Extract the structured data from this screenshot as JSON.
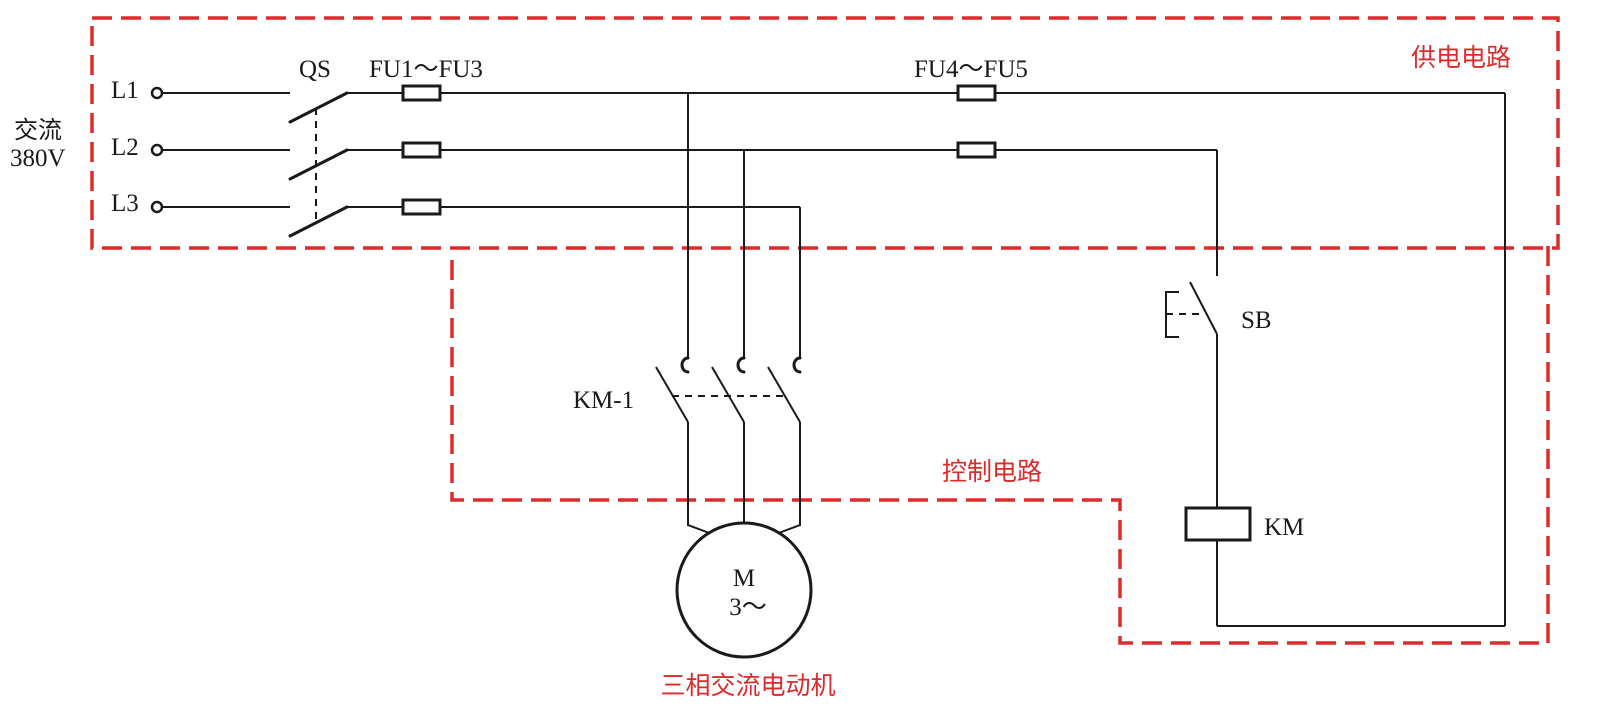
{
  "labels": {
    "supply_1": "交流",
    "supply_2": "380V",
    "l1": "L1",
    "l2": "L2",
    "l3": "L3",
    "qs": "QS",
    "fu_main": "FU1～FU3",
    "fu_ctrl": "FU4～FU5",
    "km_contact": "KM-1",
    "sb": "SB",
    "km_coil": "KM",
    "motor_m": "M",
    "motor_phase": "3～",
    "region_power": "供电电路",
    "region_control": "控制电路",
    "motor_caption": "三相交流电动机"
  },
  "colors": {
    "wire": "#1a1a1a",
    "region_outline": "#dd2a2a"
  }
}
